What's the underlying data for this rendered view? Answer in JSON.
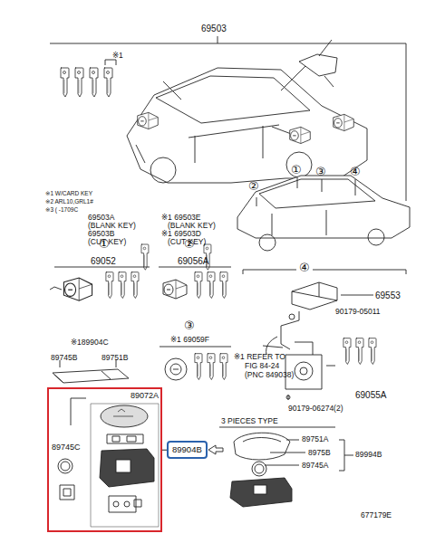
{
  "diagram": {
    "nodes": [
      {
        "text": [
          "89072A",
          "89745C"
        ]
      },
      {
        "text": [
          "89904B"
        ]
      }
    ],
    "edges": [
      {
        "from": 1,
        "to": 0,
        "arrow": "none"
      }
    ],
    "labels": [
      "69503",
      "※1",
      "※1 W/CARD KEY",
      "※2 ARL10,GRL1#",
      "※3 ( -1709C",
      "69503A",
      "(BLANK KEY)",
      "69503B",
      "(CUT KEY)",
      "※1 69503E",
      "(BLANK KEY)",
      "※1 69503D",
      "(CUT KEY)",
      "①",
      "③",
      "④",
      "②",
      "①",
      "69052",
      "②",
      "69056A",
      "④",
      "69553",
      "90179-05011",
      "※189904C",
      "89745B",
      "89751B",
      "③",
      "※1 69059F",
      "※1 REFER TO",
      "FIG 84-24",
      "(PNC 849038)",
      "69055A",
      "90179-06274(2)",
      "3 PIECES TYPE",
      "89751A",
      "8975B",
      "89745A",
      "89994B",
      "677179E"
    ]
  }
}
